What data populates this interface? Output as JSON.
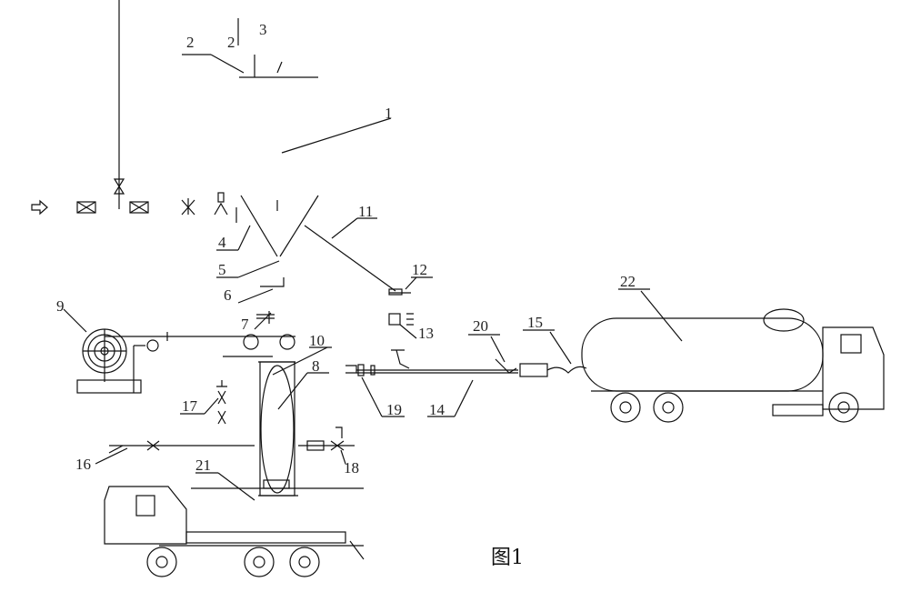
{
  "figure": {
    "caption": "图1",
    "labels": {
      "l1": "1",
      "l2a": "2",
      "l2b": "2",
      "l3": "3",
      "l4": "4",
      "l5": "5",
      "l6": "6",
      "l7": "7",
      "l8": "8",
      "l9": "9",
      "l10": "10",
      "l11": "11",
      "l12": "12",
      "l13": "13",
      "l14": "14",
      "l15": "15",
      "l16": "16",
      "l17": "17",
      "l18": "18",
      "l19": "19",
      "l20": "20",
      "l21": "21",
      "l22": "22"
    }
  }
}
